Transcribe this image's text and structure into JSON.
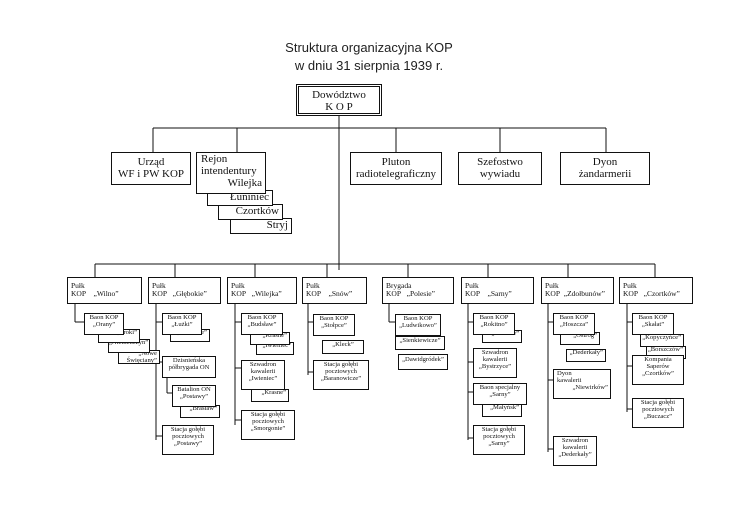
{
  "title": {
    "line1": "Struktura organizacyjna KOP",
    "line2": "w dniu 31 sierpnia 1939 r."
  },
  "command": {
    "line1": "Dowództwo",
    "line2": "K O P"
  },
  "level1": {
    "urzad": {
      "line1": "Urząd",
      "line2": "WF i PW KOP"
    },
    "rejon": {
      "line1": "Rejon",
      "line2": "intendentury",
      "stack": [
        "Wilejka",
        "Łuniniec",
        "Czortków",
        "Stryj"
      ]
    },
    "pluton": {
      "line1": "Pluton",
      "line2": "radiotelegraficzny"
    },
    "szefostwo": {
      "line1": "Szefostwo",
      "line2": "wywiadu"
    },
    "dyon": {
      "line1": "Dyon",
      "line2": "żandarmerii"
    }
  },
  "units": {
    "wilno": {
      "l1": "Pułk",
      "l2": "KOP",
      "name": "„Wilno”",
      "baon": {
        "l1": "Baon KOP",
        "l2": "„Orany”"
      },
      "stack": [
        "„Troki”",
        "„Niemenczyn”",
        "„Nowe Święciany”"
      ]
    },
    "glebokie": {
      "l1": "Pułk",
      "l2": "KOP",
      "name": "„Głębokie”",
      "baon": {
        "l1": "Baon KOP",
        "l2": "„Łużki”"
      },
      "baon2": "„Podświle”",
      "dz": {
        "l1": "Dzisnieńska",
        "l2": "półbrygada ON"
      },
      "bat": {
        "l1": "Batalion ON",
        "l2": "„Postawy”"
      },
      "bat2": "„Brasław”",
      "st": {
        "l1": "Stacja gołębi",
        "l2": "pocztowych",
        "l3": "„Postawy”"
      }
    },
    "wilejka": {
      "l1": "Pułk",
      "l2": "KOP",
      "name": "„Wilejka”",
      "baon": {
        "l1": "Baon KOP",
        "l2": "„Budsław”"
      },
      "baon2": "„Krasne”",
      "baon3": "„Iwieniec”",
      "szw": {
        "l1": "Szwadron",
        "l2": "kawalerii",
        "l3": "„Iwieniec”"
      },
      "szw2": "„Krasne”",
      "st": {
        "l1": "Stacja gołębi",
        "l2": "pocztowych",
        "l3": "„Smorgonie”"
      }
    },
    "snow": {
      "l1": "Pułk",
      "l2": "KOP",
      "name": "„Snów”",
      "baon": {
        "l1": "Baon KOP",
        "l2": "„Stołpce”"
      },
      "baon2": "„Kleck”",
      "st": {
        "l1": "Stacja gołębi",
        "l2": "pocztowych",
        "l3": "„Baranowicze”"
      }
    },
    "polesie": {
      "l1": "Brygada",
      "l2": "KOP",
      "name": "„Polesie”",
      "baon": {
        "l1": "Baon KOP",
        "l2": "„Ludwikowo”"
      },
      "baon2": "„Sienkiewicze”",
      "baon3": "„Dawidgródek”"
    },
    "sarny": {
      "l1": "Pułk",
      "l2": "KOP",
      "name": "„Sarny”",
      "baon": {
        "l1": "Baon KOP",
        "l2": "„Rokitno”"
      },
      "baon2": "„Bereźne”",
      "szw": {
        "l1": "Szwadron",
        "l2": "kawalerii",
        "l3": "„Bystrzyce”"
      },
      "bs": {
        "l1": "Baon specjalny",
        "l2": "„Sarny”"
      },
      "bs2": "„Małyńsk”",
      "st": {
        "l1": "Stacja gołębi",
        "l2": "pocztowych",
        "l3": "„Sarny”"
      }
    },
    "zdolbunow": {
      "l1": "Pułk",
      "l2": "KOP",
      "name": "„Zdołbunów”",
      "baon": {
        "l1": "Baon KOP",
        "l2": "„Hoszcza”"
      },
      "baon2": "„Ostróg”",
      "baon3": "„Dederkały”",
      "dyon": {
        "l1": "Dyon",
        "l2": "kawalerii",
        "l3": "„Niewirków”"
      },
      "szw": {
        "l1": "Szwadron",
        "l2": "kawalerii",
        "l3": "„Dederkały”"
      }
    },
    "czortkow": {
      "l1": "Pułk",
      "l2": "KOP",
      "name": "„Czortków”",
      "baon": {
        "l1": "Baon KOP",
        "l2": "„Skałat”"
      },
      "baon2": "„Kopyczyńce”",
      "baon3": "„Borszczów”",
      "komp": {
        "l1": "Kompania",
        "l2": "Saperów",
        "l3": "„Czortków”"
      },
      "st": {
        "l1": "Stacja gołębi",
        "l2": "pocztowych",
        "l3": "„Buczacz”"
      }
    }
  }
}
